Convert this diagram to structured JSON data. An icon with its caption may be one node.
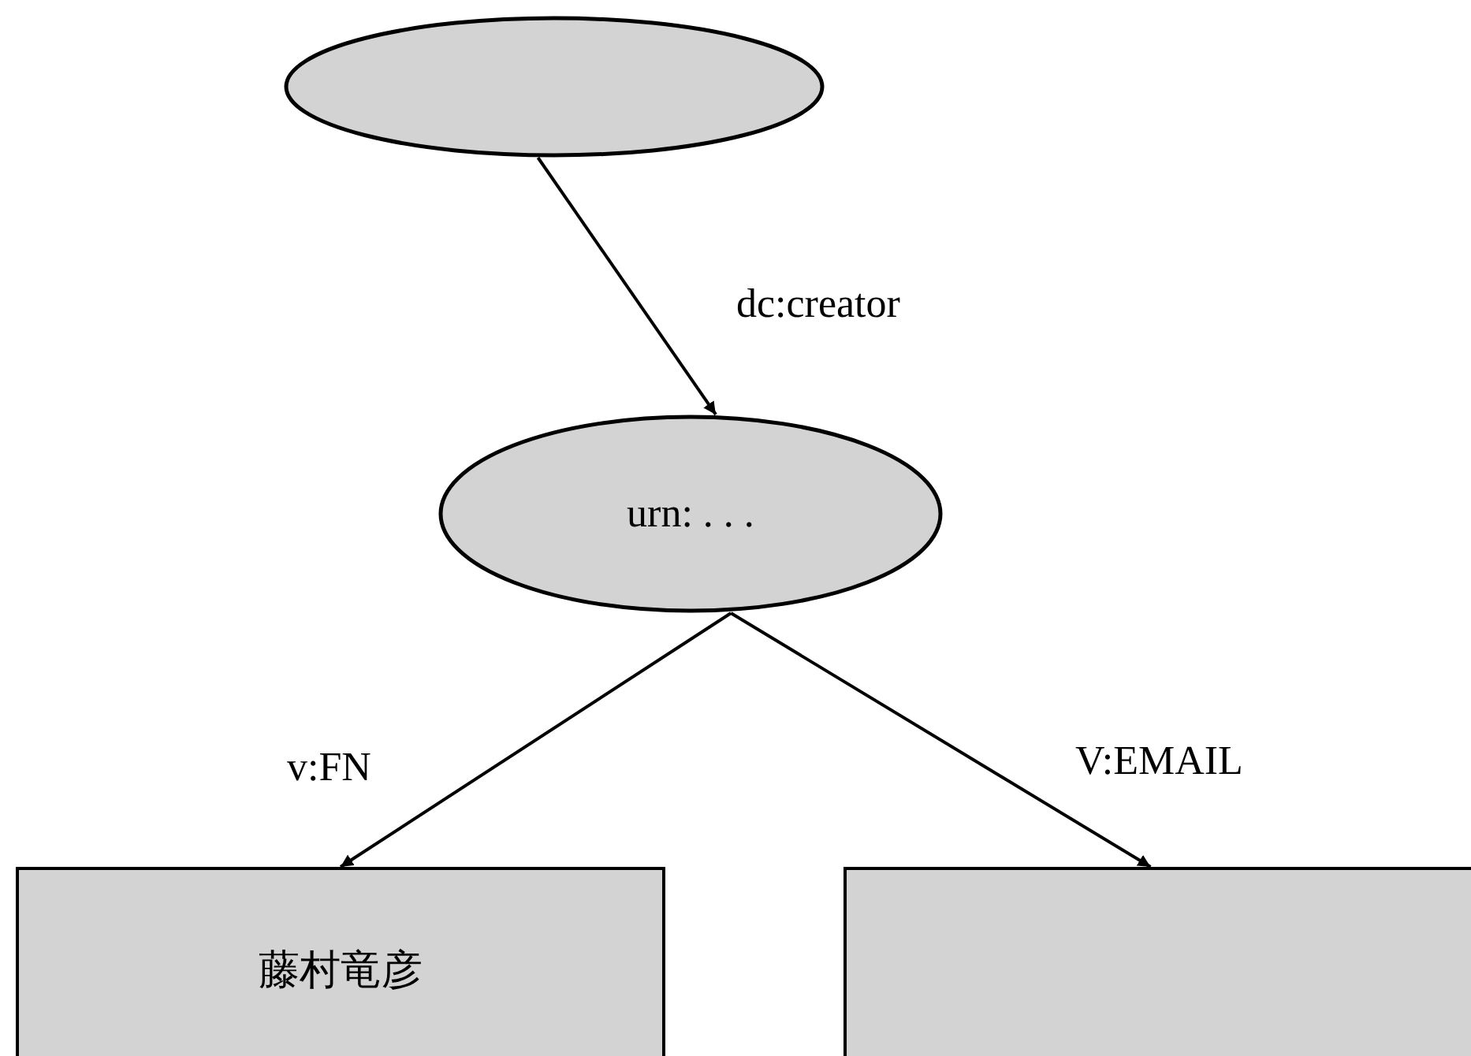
{
  "diagram": {
    "nodes": [
      {
        "text": [],
        "shape": "ellipse"
      },
      {
        "text": [
          "urn: . . ."
        ]
      },
      {
        "text": [
          "藤村竜彦"
        ]
      },
      {
        "text": [],
        "shape": "box"
      }
    ],
    "edges": [
      {
        "from": 0,
        "to": 1,
        "arrow": "to",
        "label": "dc:creator"
      },
      {
        "from": 1,
        "to": 2,
        "arrow": "to",
        "label": "v:FN"
      },
      {
        "from": 1,
        "to": 3,
        "arrow": "to",
        "label": "V:EMAIL"
      }
    ]
  }
}
